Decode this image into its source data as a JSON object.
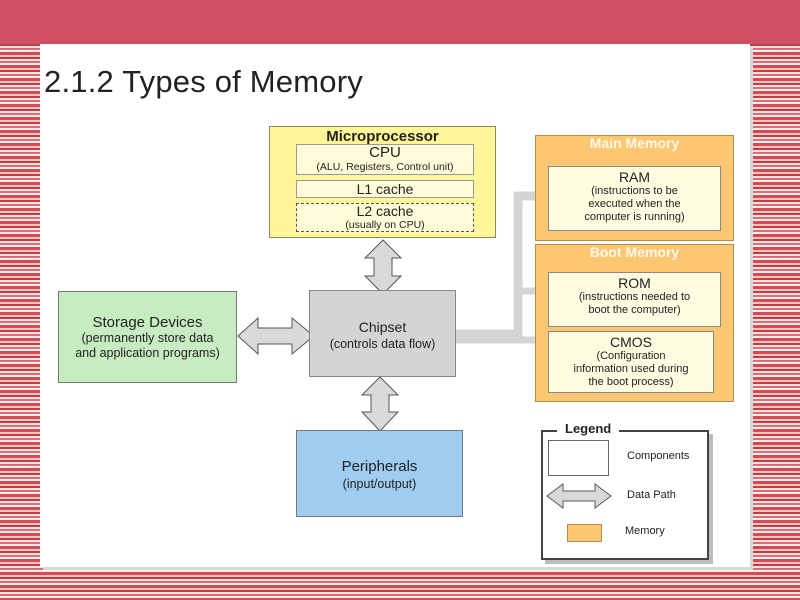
{
  "slide": {
    "title": "2.1.2 Types of Memory"
  },
  "microprocessor": {
    "title": "Microprocessor",
    "cpu": "CPU",
    "cpu_detail": "(ALU, Registers, Control unit)",
    "l1": "L1 cache",
    "l2": "L2 cache",
    "l2_detail": "(usually on CPU)"
  },
  "chipset": {
    "label": "Chipset",
    "detail": "(controls data flow)"
  },
  "storage": {
    "label": "Storage Devices",
    "detail1": "(permanently store data",
    "detail2": "and application programs)"
  },
  "peripherals": {
    "label": "Peripherals",
    "detail": "(input/output)"
  },
  "main_memory": {
    "title": "Main Memory",
    "ram": "RAM",
    "ram_detail1": "(instructions to be",
    "ram_detail2": "executed when the",
    "ram_detail3": "computer is running)"
  },
  "boot_memory": {
    "title": "Boot Memory",
    "rom": "ROM",
    "rom_detail1": "(instructions needed to",
    "rom_detail2": "boot the computer)",
    "cmos": "CMOS",
    "cmos_detail1": "(Configuration",
    "cmos_detail2": "information used during",
    "cmos_detail3": "the boot process)"
  },
  "legend": {
    "title": "Legend",
    "components": "Components",
    "data_path": "Data Path",
    "memory": "Memory"
  },
  "colors": {
    "microprocessor": "#fff69a",
    "chipset": "#d4d4d4",
    "storage": "#c8ecc1",
    "peripherals": "#9fcdf2",
    "memory": "#fdc771",
    "arrow": "#d9d9d9"
  }
}
